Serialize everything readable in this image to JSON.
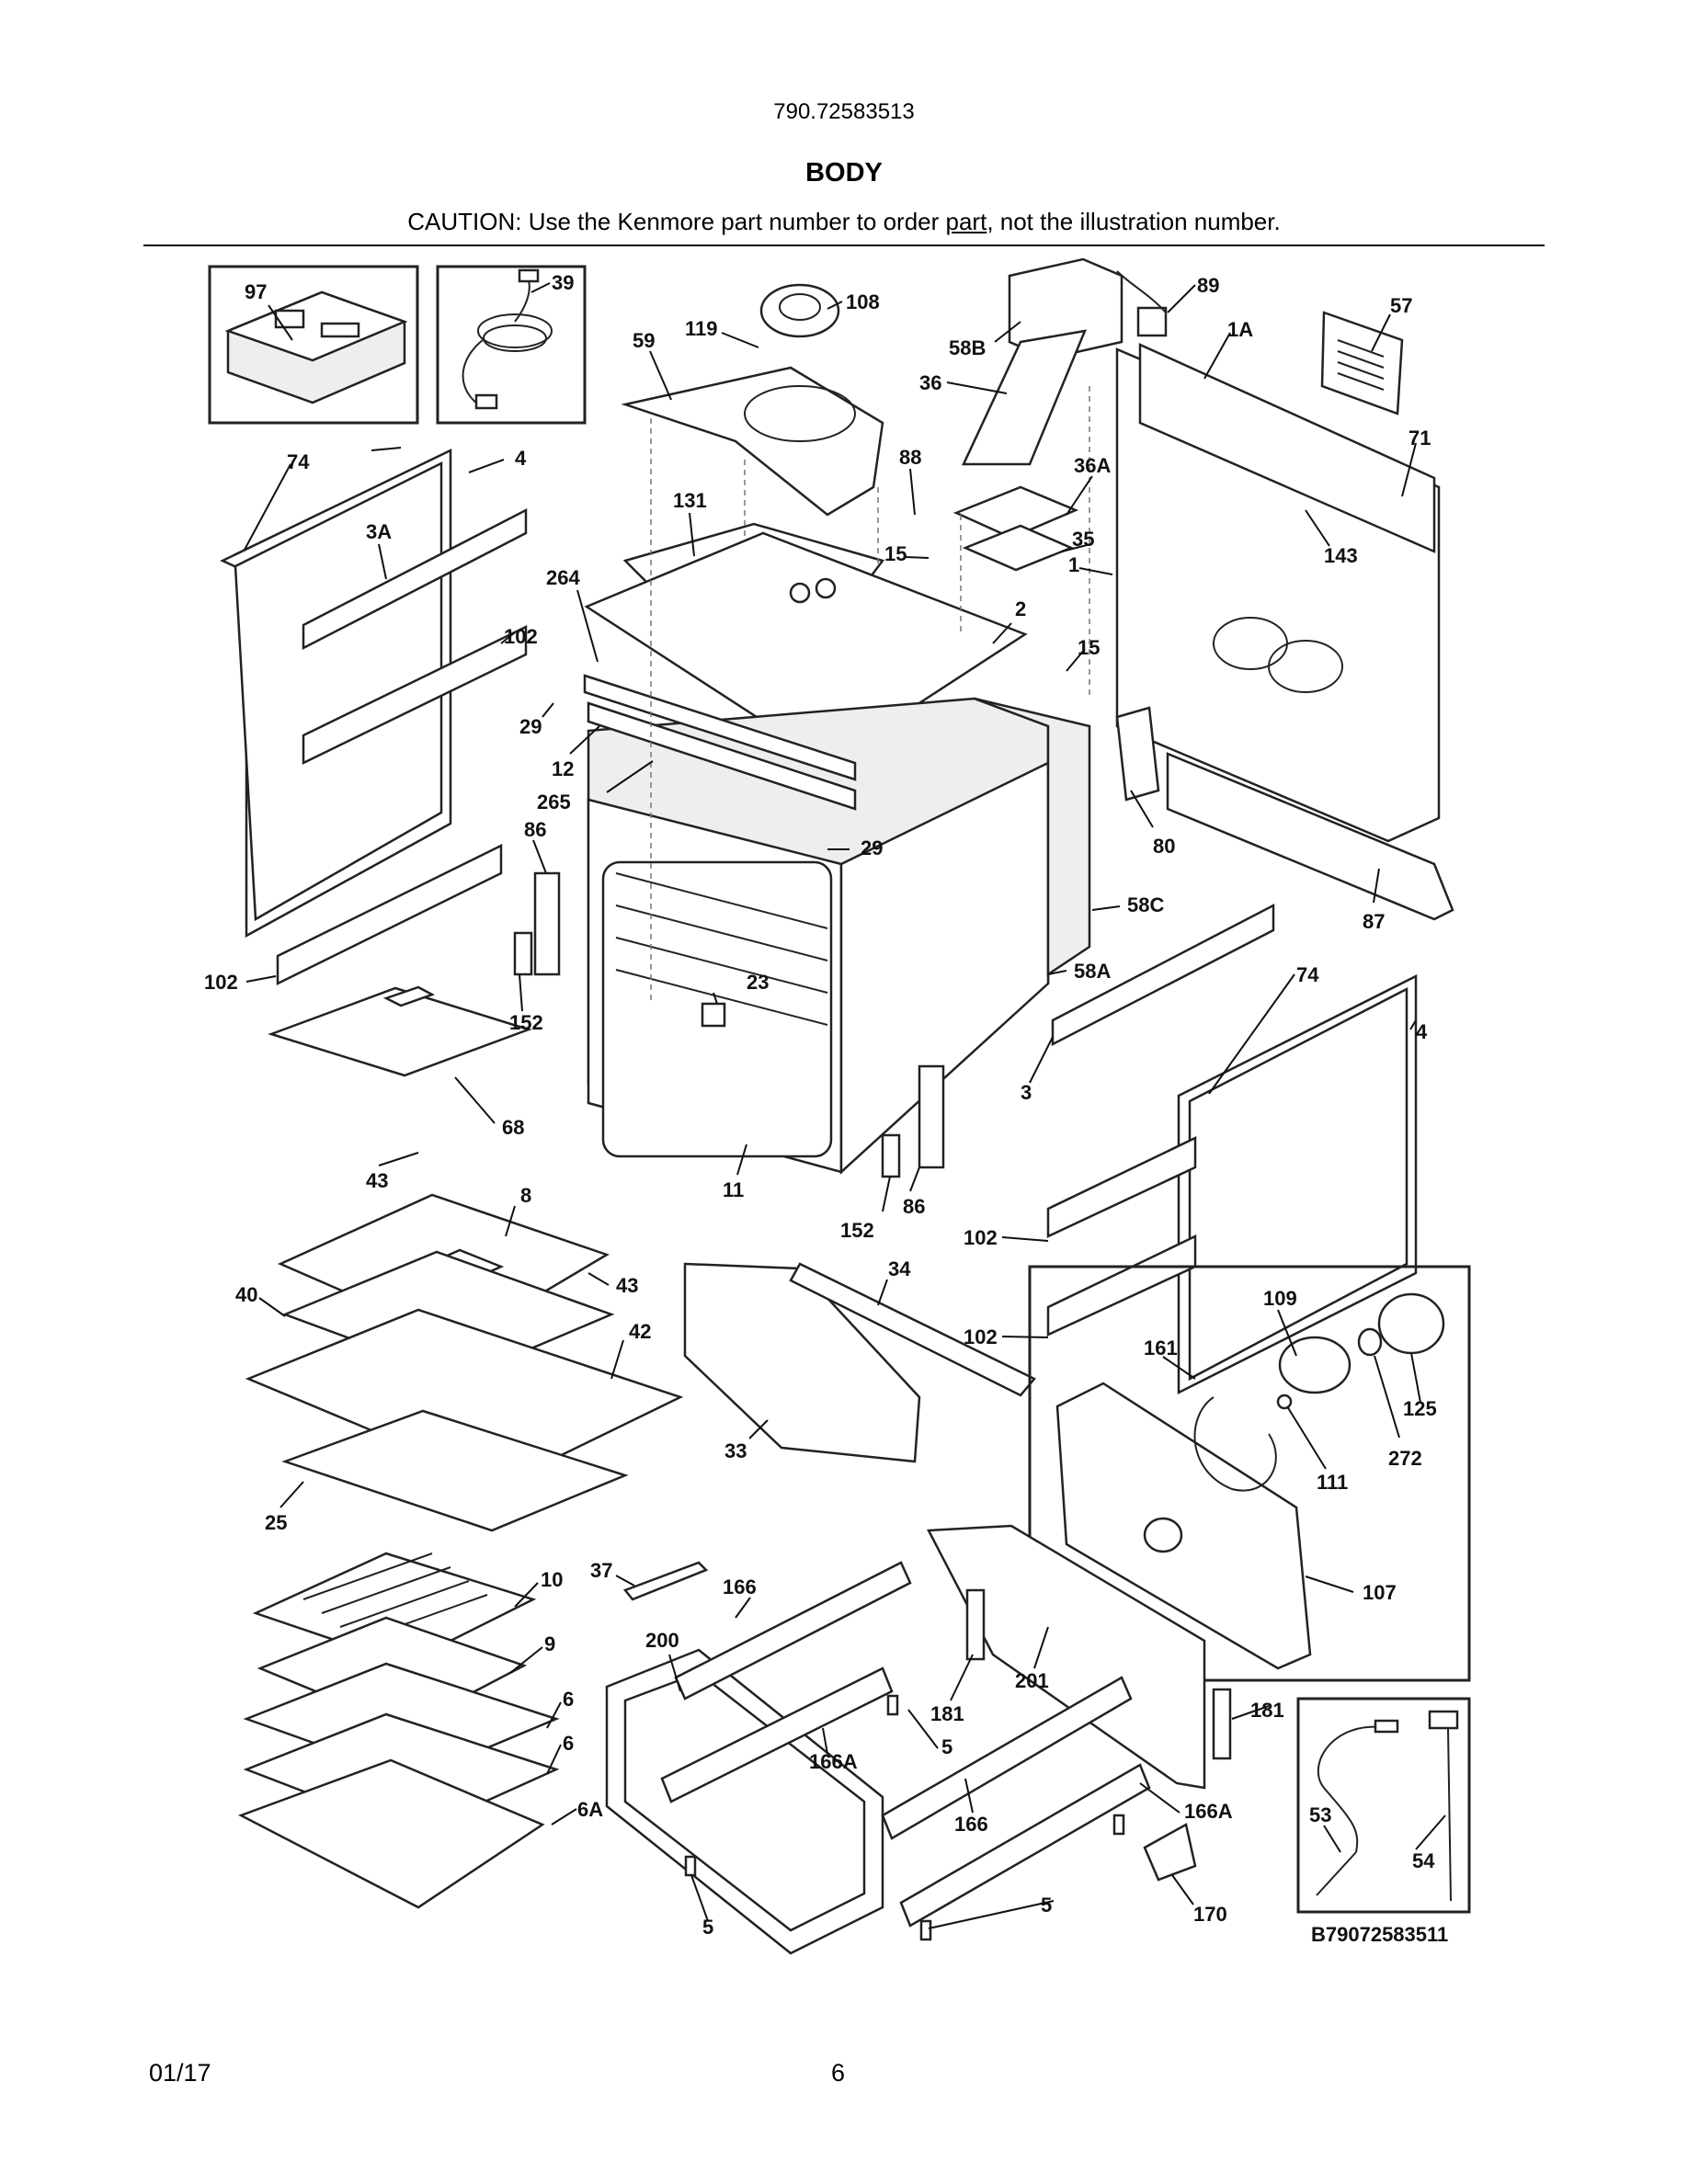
{
  "header": {
    "model_number": "790.72583513",
    "title": "BODY",
    "caution_prefix": "CAUTION: Use the Kenmore part number to order ",
    "caution_link": "part",
    "caution_suffix": ", not the illustration number."
  },
  "diagram": {
    "figure_id": "B79072583511",
    "callouts": {
      "c97": "97",
      "c39": "39",
      "c108": "108",
      "c119": "119",
      "c59": "59",
      "c89": "89",
      "c58B": "58B",
      "c36": "36",
      "c1A": "1A",
      "c57": "57",
      "c71": "71",
      "c74a": "74",
      "c4a": "4",
      "c3Aa": "3A",
      "c88": "88",
      "c36A": "36A",
      "c131": "131",
      "c35": "35",
      "c1": "1",
      "c143": "143",
      "c15a": "15",
      "c264": "264",
      "c102a": "102",
      "c2": "2",
      "c15b": "15",
      "c29a": "29",
      "c12": "12",
      "c265": "265",
      "c86a": "86",
      "c29b": "29",
      "c80": "80",
      "c58C": "58C",
      "c87": "87",
      "c102b": "102",
      "c58A": "58A",
      "c23": "23",
      "c152a": "152",
      "c74b": "74",
      "c4b": "4",
      "c3": "3",
      "c68": "68",
      "c43a": "43",
      "c8": "8",
      "c11": "11",
      "c86b": "86",
      "c152b": "152",
      "c102c": "102",
      "c43b": "43",
      "c34": "34",
      "c40": "40",
      "c42": "42",
      "c109": "109",
      "c102d": "102",
      "c161": "161",
      "c125": "125",
      "c33": "33",
      "c272": "272",
      "c111": "111",
      "c25": "25",
      "c107": "107",
      "c37": "37",
      "c166a": "166",
      "c10": "10",
      "c200": "200",
      "c9": "9",
      "c181a": "181",
      "c201": "201",
      "c181b": "181",
      "c6a": "6",
      "c5a": "5",
      "c166Aa": "166A",
      "c6b": "6",
      "c166b": "166",
      "c166Ab": "166A",
      "c53": "53",
      "c6A": "6A",
      "c54": "54",
      "c5b": "5",
      "c5c": "5",
      "c170": "170"
    }
  },
  "footer": {
    "date": "01/17",
    "page_number": "6"
  }
}
